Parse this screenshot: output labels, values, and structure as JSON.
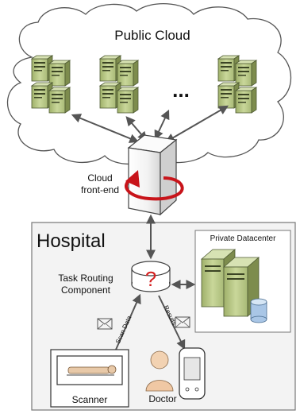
{
  "cloud": {
    "title": "Public Cloud",
    "ellipsis": "..."
  },
  "front_end": {
    "label_line1": "Cloud",
    "label_line2": "front-end"
  },
  "hospital": {
    "title": "Hospital",
    "router_label_line1": "Task Routing",
    "router_label_line2": "Component",
    "router_symbol": "?",
    "datacenter_title": "Private Datacenter",
    "scanner_label": "Scanner",
    "doctor_label": "Doctor",
    "scan_data_label": "Scan Data",
    "results_label": "Results"
  },
  "colors": {
    "server_green": "#b9c98a",
    "router_question": "#d42020",
    "rotate_arrow": "#c8141a",
    "hospital_bg": "#f3f3f3"
  }
}
